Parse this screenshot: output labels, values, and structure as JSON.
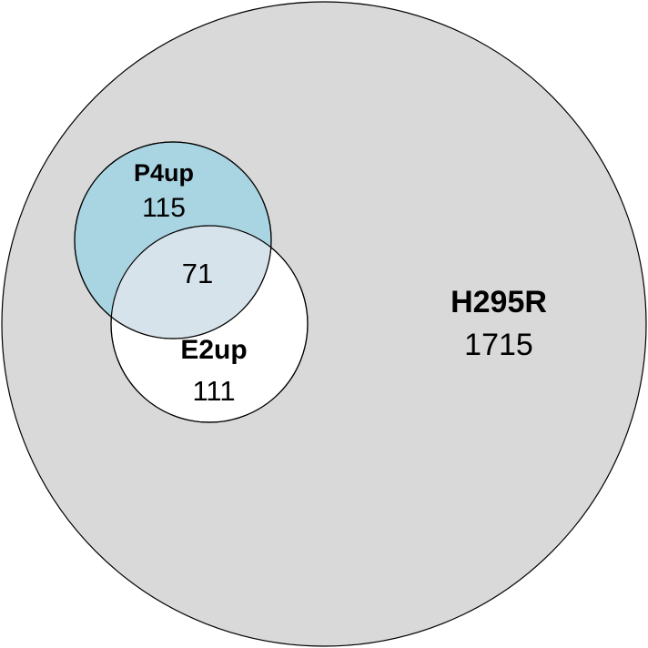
{
  "sets": [
    {
      "name": "H295R",
      "count": "1715",
      "color": "#d9d9d9"
    },
    {
      "name": "P4up",
      "count": "115",
      "color": "#a9d4e2"
    },
    {
      "name": "E2up",
      "count": "111",
      "color": "#ffffff"
    }
  ],
  "intersections": [
    {
      "sets": [
        "P4up",
        "E2up"
      ],
      "count": "71",
      "color": "#d7e3ea"
    }
  ],
  "stroke_color": "#000000"
}
